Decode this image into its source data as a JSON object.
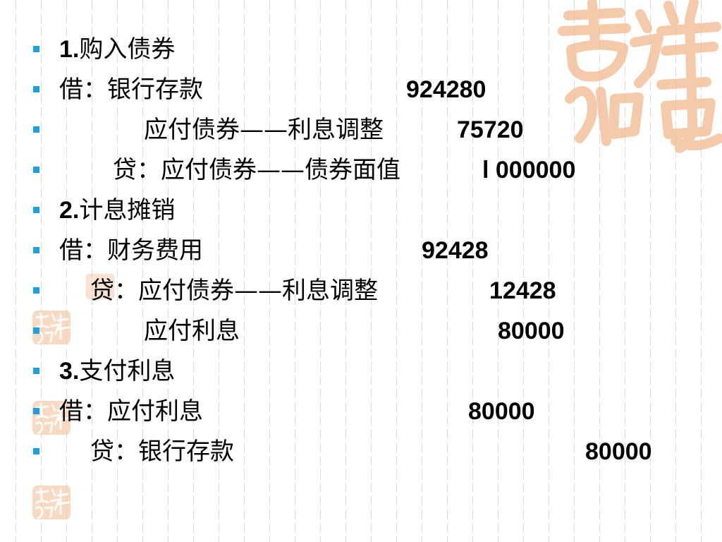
{
  "slide": {
    "lines": [
      {
        "num": "1.",
        "text": "购入债券",
        "amount": ""
      },
      {
        "num": "",
        "text": "借：银行存款",
        "amount": "924280"
      },
      {
        "num": "",
        "text": "应付债券——利息调整",
        "amount": "75720"
      },
      {
        "num": "",
        "text": "贷：应付债券——债券面值",
        "amount": "l 000000"
      },
      {
        "num": "2.",
        "text": "计息摊销",
        "amount": ""
      },
      {
        "num": "",
        "text": "借：财务费用",
        "amount": "92428"
      },
      {
        "num": "",
        "text": "贷：应付债券——利息调整",
        "amount": "12428"
      },
      {
        "num": "",
        "text": "应付利息",
        "amount": "80000"
      },
      {
        "num": "3.",
        "text": "支付利息",
        "amount": ""
      },
      {
        "num": "",
        "text": "借：应付利息",
        "amount": "80000"
      },
      {
        "num": "",
        "text": "贷：银行存款",
        "amount": "80000"
      }
    ]
  },
  "colors": {
    "bullet": "#1ca0e0",
    "decoration": "#f2b98e",
    "grid": "#dcdcdc"
  },
  "icons": {
    "bullet": "square-bullet-icon",
    "decoration": "auspicious-calligraphy-seal"
  }
}
